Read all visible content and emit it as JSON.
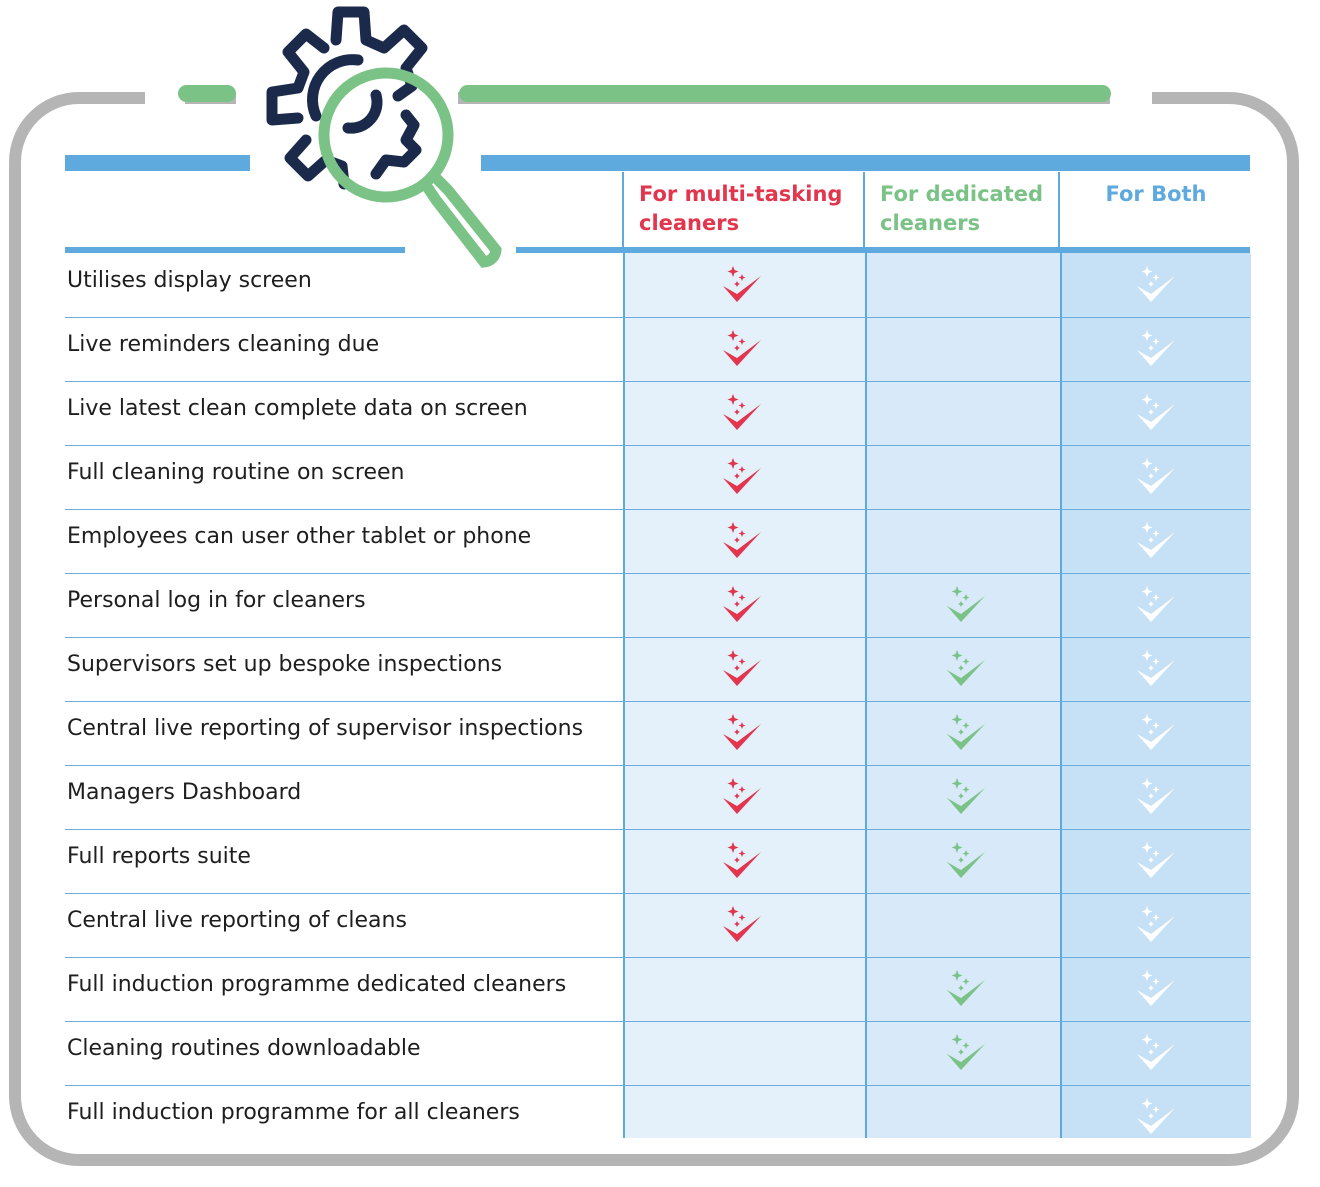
{
  "colors": {
    "frame": "#b5b5b5",
    "green_accent": "#7bc287",
    "blue_accent": "#5ea9de",
    "multi_red": "#e2364f",
    "dedicated_green": "#7bc287",
    "both_white": "#ffffff",
    "icon_navy": "#1b2a4a"
  },
  "icons": {
    "header": "gear-magnifier-icon",
    "check": "sparkle-check-icon"
  },
  "columns": [
    {
      "key": "multi",
      "label": "For multi-tasking cleaners"
    },
    {
      "key": "dedicated",
      "label": "For dedicated cleaners"
    },
    {
      "key": "both",
      "label": "For Both"
    }
  ],
  "rows": [
    {
      "feature": "Utilises display screen",
      "multi": true,
      "dedicated": false,
      "both": true
    },
    {
      "feature": "Live reminders cleaning due",
      "multi": true,
      "dedicated": false,
      "both": true
    },
    {
      "feature": "Live latest clean complete data on screen",
      "multi": true,
      "dedicated": false,
      "both": true
    },
    {
      "feature": "Full cleaning routine on screen",
      "multi": true,
      "dedicated": false,
      "both": true
    },
    {
      "feature": "Employees can user other tablet or phone",
      "multi": true,
      "dedicated": false,
      "both": true
    },
    {
      "feature": "Personal log in for cleaners",
      "multi": true,
      "dedicated": true,
      "both": true
    },
    {
      "feature": "Supervisors set up bespoke inspections",
      "multi": true,
      "dedicated": true,
      "both": true
    },
    {
      "feature": "Central live reporting of supervisor inspections",
      "multi": true,
      "dedicated": true,
      "both": true
    },
    {
      "feature": "Managers Dashboard",
      "multi": true,
      "dedicated": true,
      "both": true
    },
    {
      "feature": "Full reports suite",
      "multi": true,
      "dedicated": true,
      "both": true
    },
    {
      "feature": "Central live reporting of cleans",
      "multi": true,
      "dedicated": false,
      "both": true
    },
    {
      "feature": "Full induction programme dedicated cleaners",
      "multi": false,
      "dedicated": true,
      "both": true
    },
    {
      "feature": "Cleaning routines downloadable",
      "multi": false,
      "dedicated": true,
      "both": true
    },
    {
      "feature": "Full induction programme for all cleaners",
      "multi": false,
      "dedicated": false,
      "both": true
    }
  ]
}
